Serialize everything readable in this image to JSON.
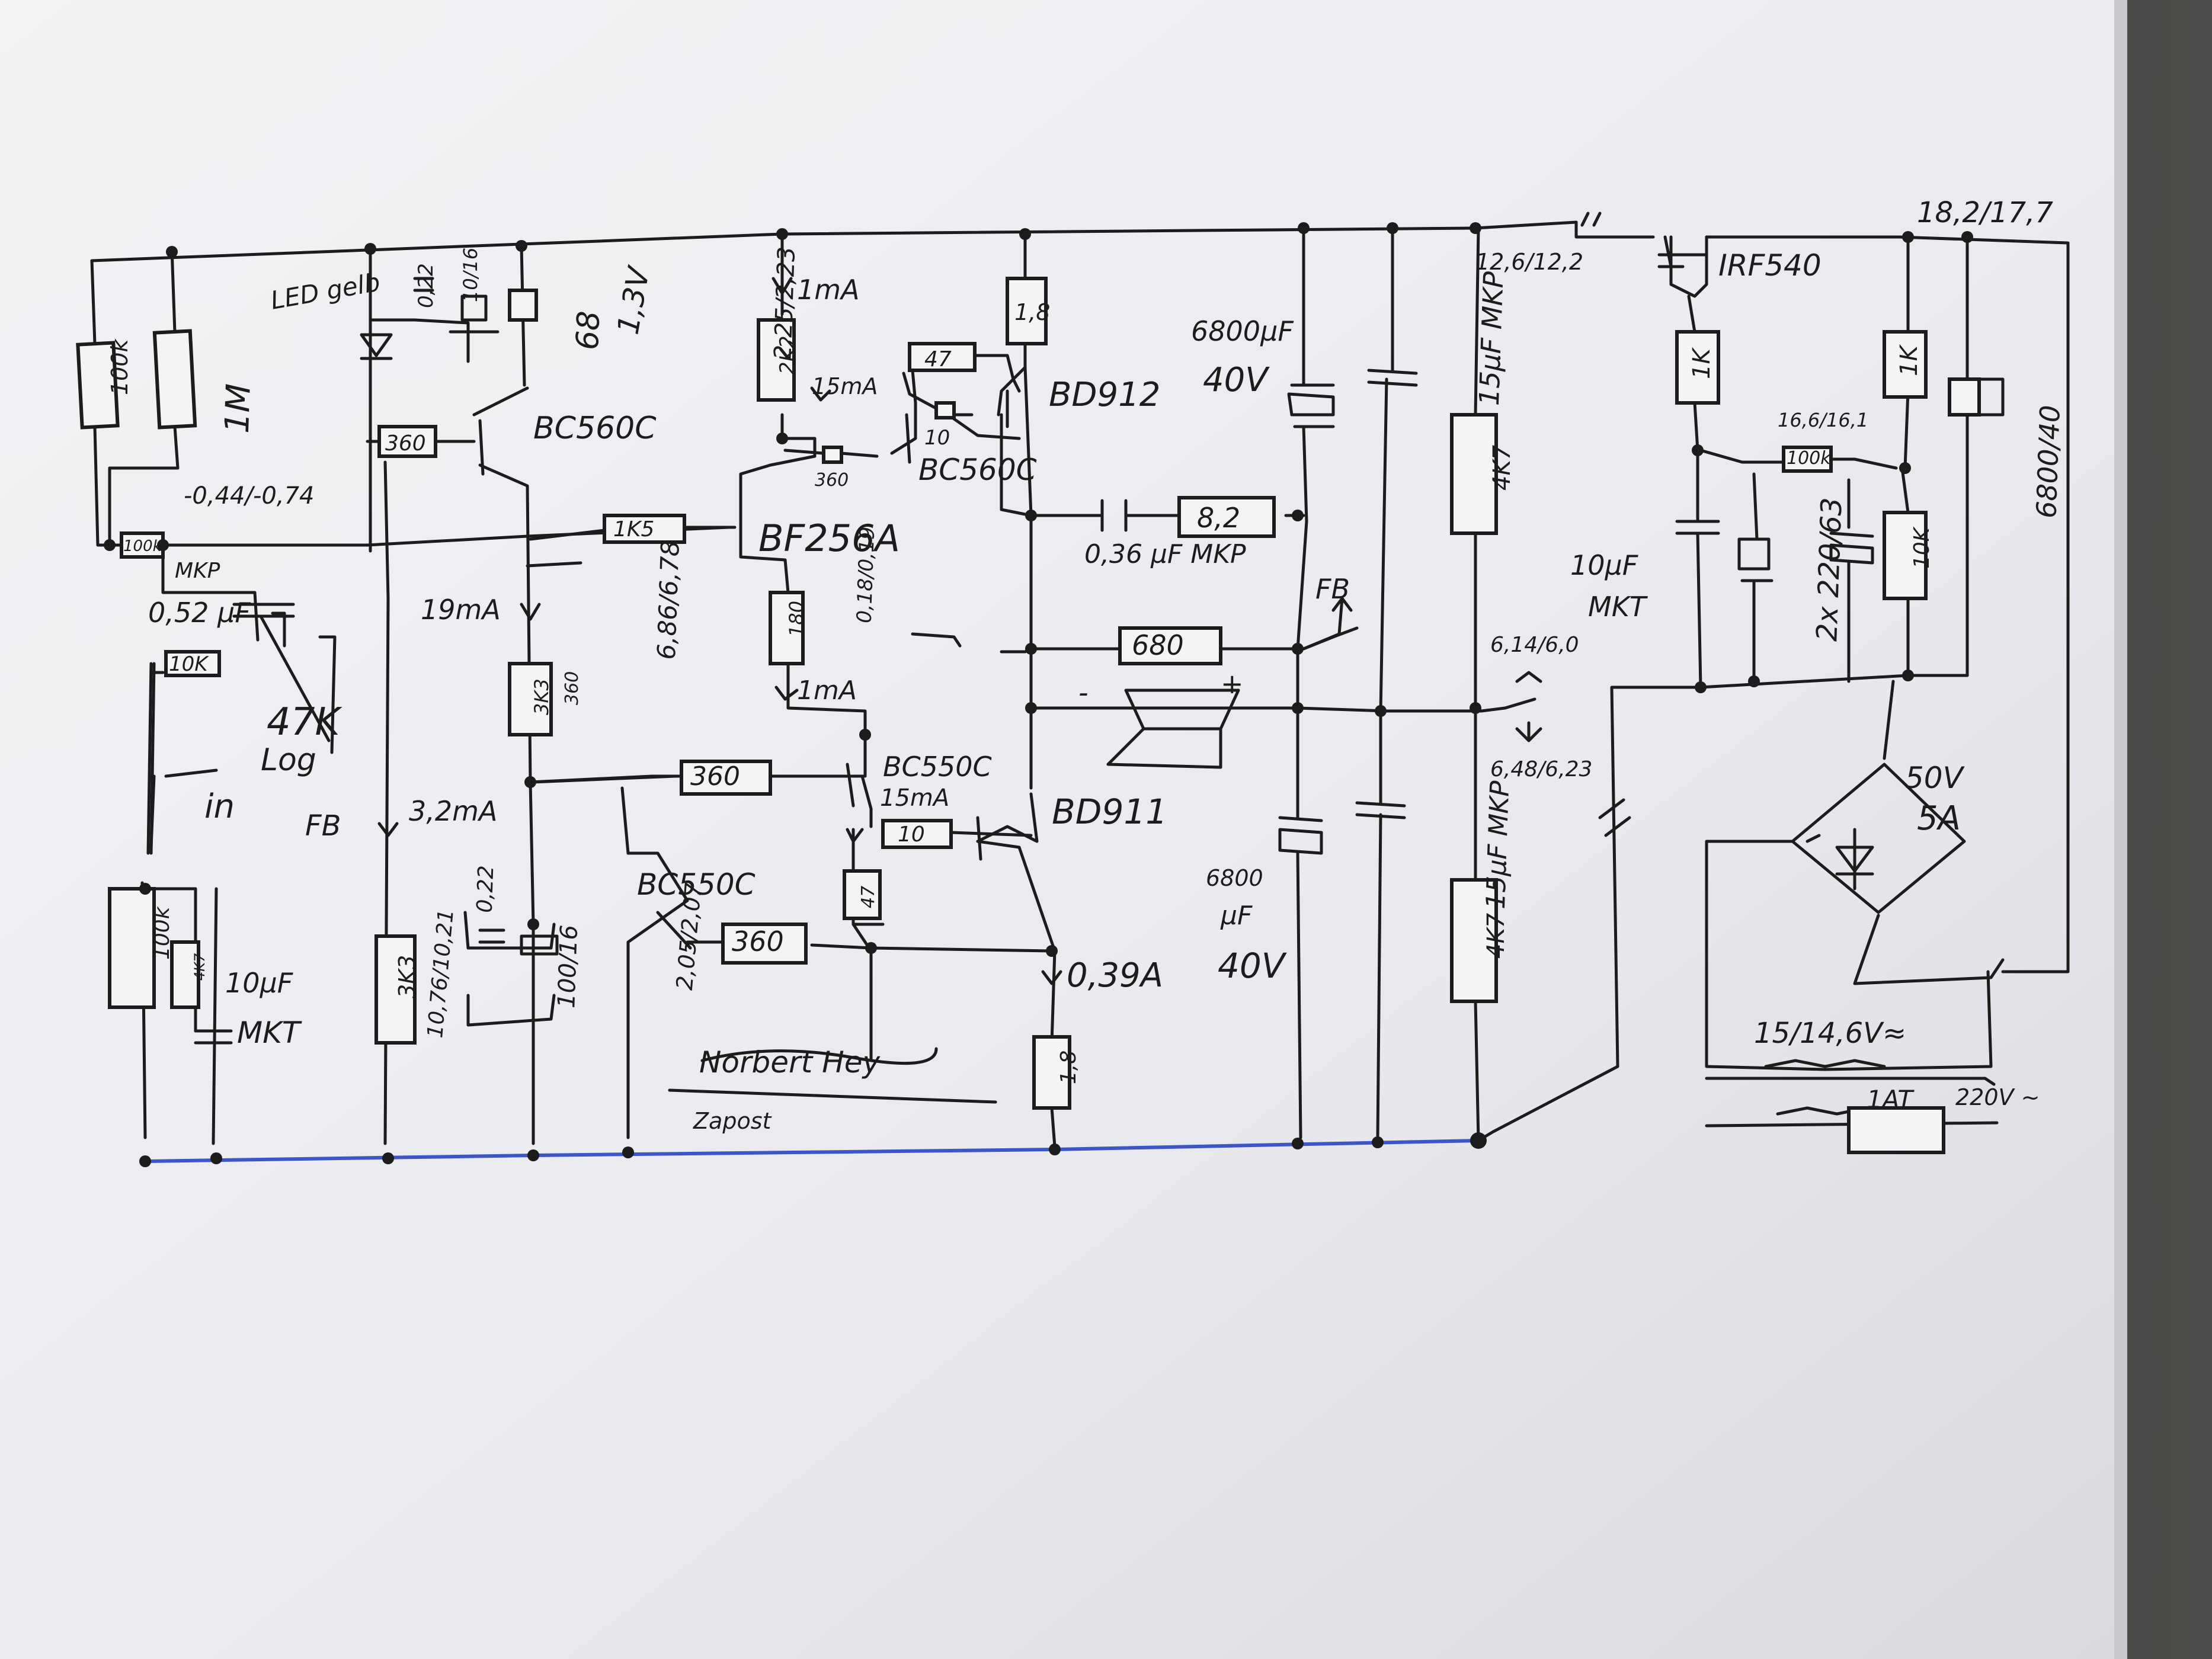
{
  "labels": {
    "r_100k_top": "100k",
    "r_1m": "1M",
    "led_gelb": "LED gelb",
    "c_022_top": "0,22",
    "c_10_16_top": "10/16",
    "r_68": "68",
    "v_13v": "1,3V",
    "r_360_bias": "360",
    "bc560c_left": "BC560C",
    "v_044_074": "-0,44/-0,74",
    "r_100k_in": "100k",
    "c_mkp_in": "MKP",
    "c_052uf": "0,52 µF",
    "r_10k_in": "10K",
    "pot_47k": "47K",
    "pot_log": "Log",
    "input": "in",
    "fb_left": "FB",
    "i_19ma": "19mA",
    "r_3k3_bias": "3K3",
    "r_360_small": "360",
    "v_6864_678": "6,86/6,78",
    "i_32ma": "3,2mA",
    "c_022_low": "0,22",
    "c_100_16": "100/16",
    "v_205_207": "2,05/2,07",
    "bc550c_low": "BC550C",
    "r_100k_low": "100k",
    "r_4k7_low": "4K7",
    "c_10uf_left": "10µF",
    "c_mkt_left": "MKT",
    "r_3k3_low": "3K3",
    "v_1076_1021": "10,76/10,21",
    "i_1ma_top": "1mA",
    "v_225_223": "2,25/2,23",
    "r_2k2": "2K2",
    "i_15ma_top": "15mA",
    "r_360_mid": "360",
    "r_47_top": "47",
    "r_10_top": "10",
    "bc560c_mid": "BC560C",
    "r_18_top": "1,8",
    "bd912": "BD912",
    "r_1k5": "1K5",
    "bf256a": "BF256A",
    "r_180": "180",
    "v_918_919": "0,18/0,19",
    "i_1ma_low": "1mA",
    "c_036uf": "0,36 µF MKP",
    "r_82": "8,2",
    "fb_right": "FB",
    "r_680": "680",
    "speaker_minus": "-",
    "speaker_plus": "+",
    "r_360_driver": "360",
    "bc550c_mid": "BC550C",
    "i_15ma_low": "15mA",
    "r_10_low": "10",
    "bd911": "BD911",
    "r_47_low": "47",
    "r_360_low": "360",
    "i_039a": "0,39A",
    "r_18_low": "1,8",
    "c_6800uf_top": "6800µF",
    "c_40v_top": "40V",
    "c_15uf_mkp_top": "15µF MKP",
    "r_4k7_top": "4K7",
    "c_6800uf_low": "6800",
    "c_uf_low": "µF",
    "c_40v_low": "40V",
    "c_15uf_mkp_low": "15µF MKP",
    "r_4k7_low_out": "4K7",
    "v_126_122": "12,6/12,2",
    "v_614_60": "6,14/6,0",
    "v_648_623": "6,48/6,23",
    "irf540": "IRF540",
    "v_182_177": "18,2/17,7",
    "r_1k_left": "1K",
    "r_1k_right": "1K",
    "v_166_161": "16,6/16,1",
    "r_100k_reg": "100k",
    "c_10uf_mkt_reg": "10µF",
    "c_mkt_reg": "MKT",
    "c_2x_220_63": "2x 220/63",
    "r_10k_reg": "10K",
    "c_6800_40": "6800/40",
    "bridge_50v": "50V",
    "bridge_5a": "5A",
    "transformer": "15/14,6V≈",
    "fuse_1at": "1AT",
    "mains_220v": "220V ~",
    "author_name": "Norbert Hey",
    "author_place": "Zapost"
  }
}
